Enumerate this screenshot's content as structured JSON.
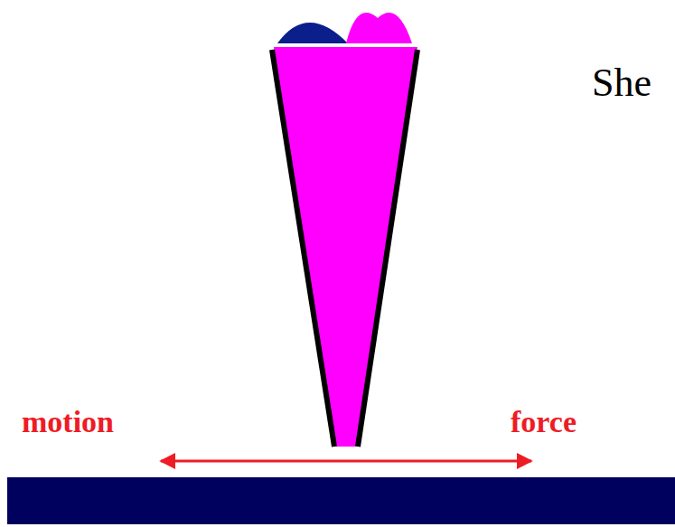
{
  "diagram": {
    "labels": [
      "She",
      "motion",
      "force"
    ]
  }
}
